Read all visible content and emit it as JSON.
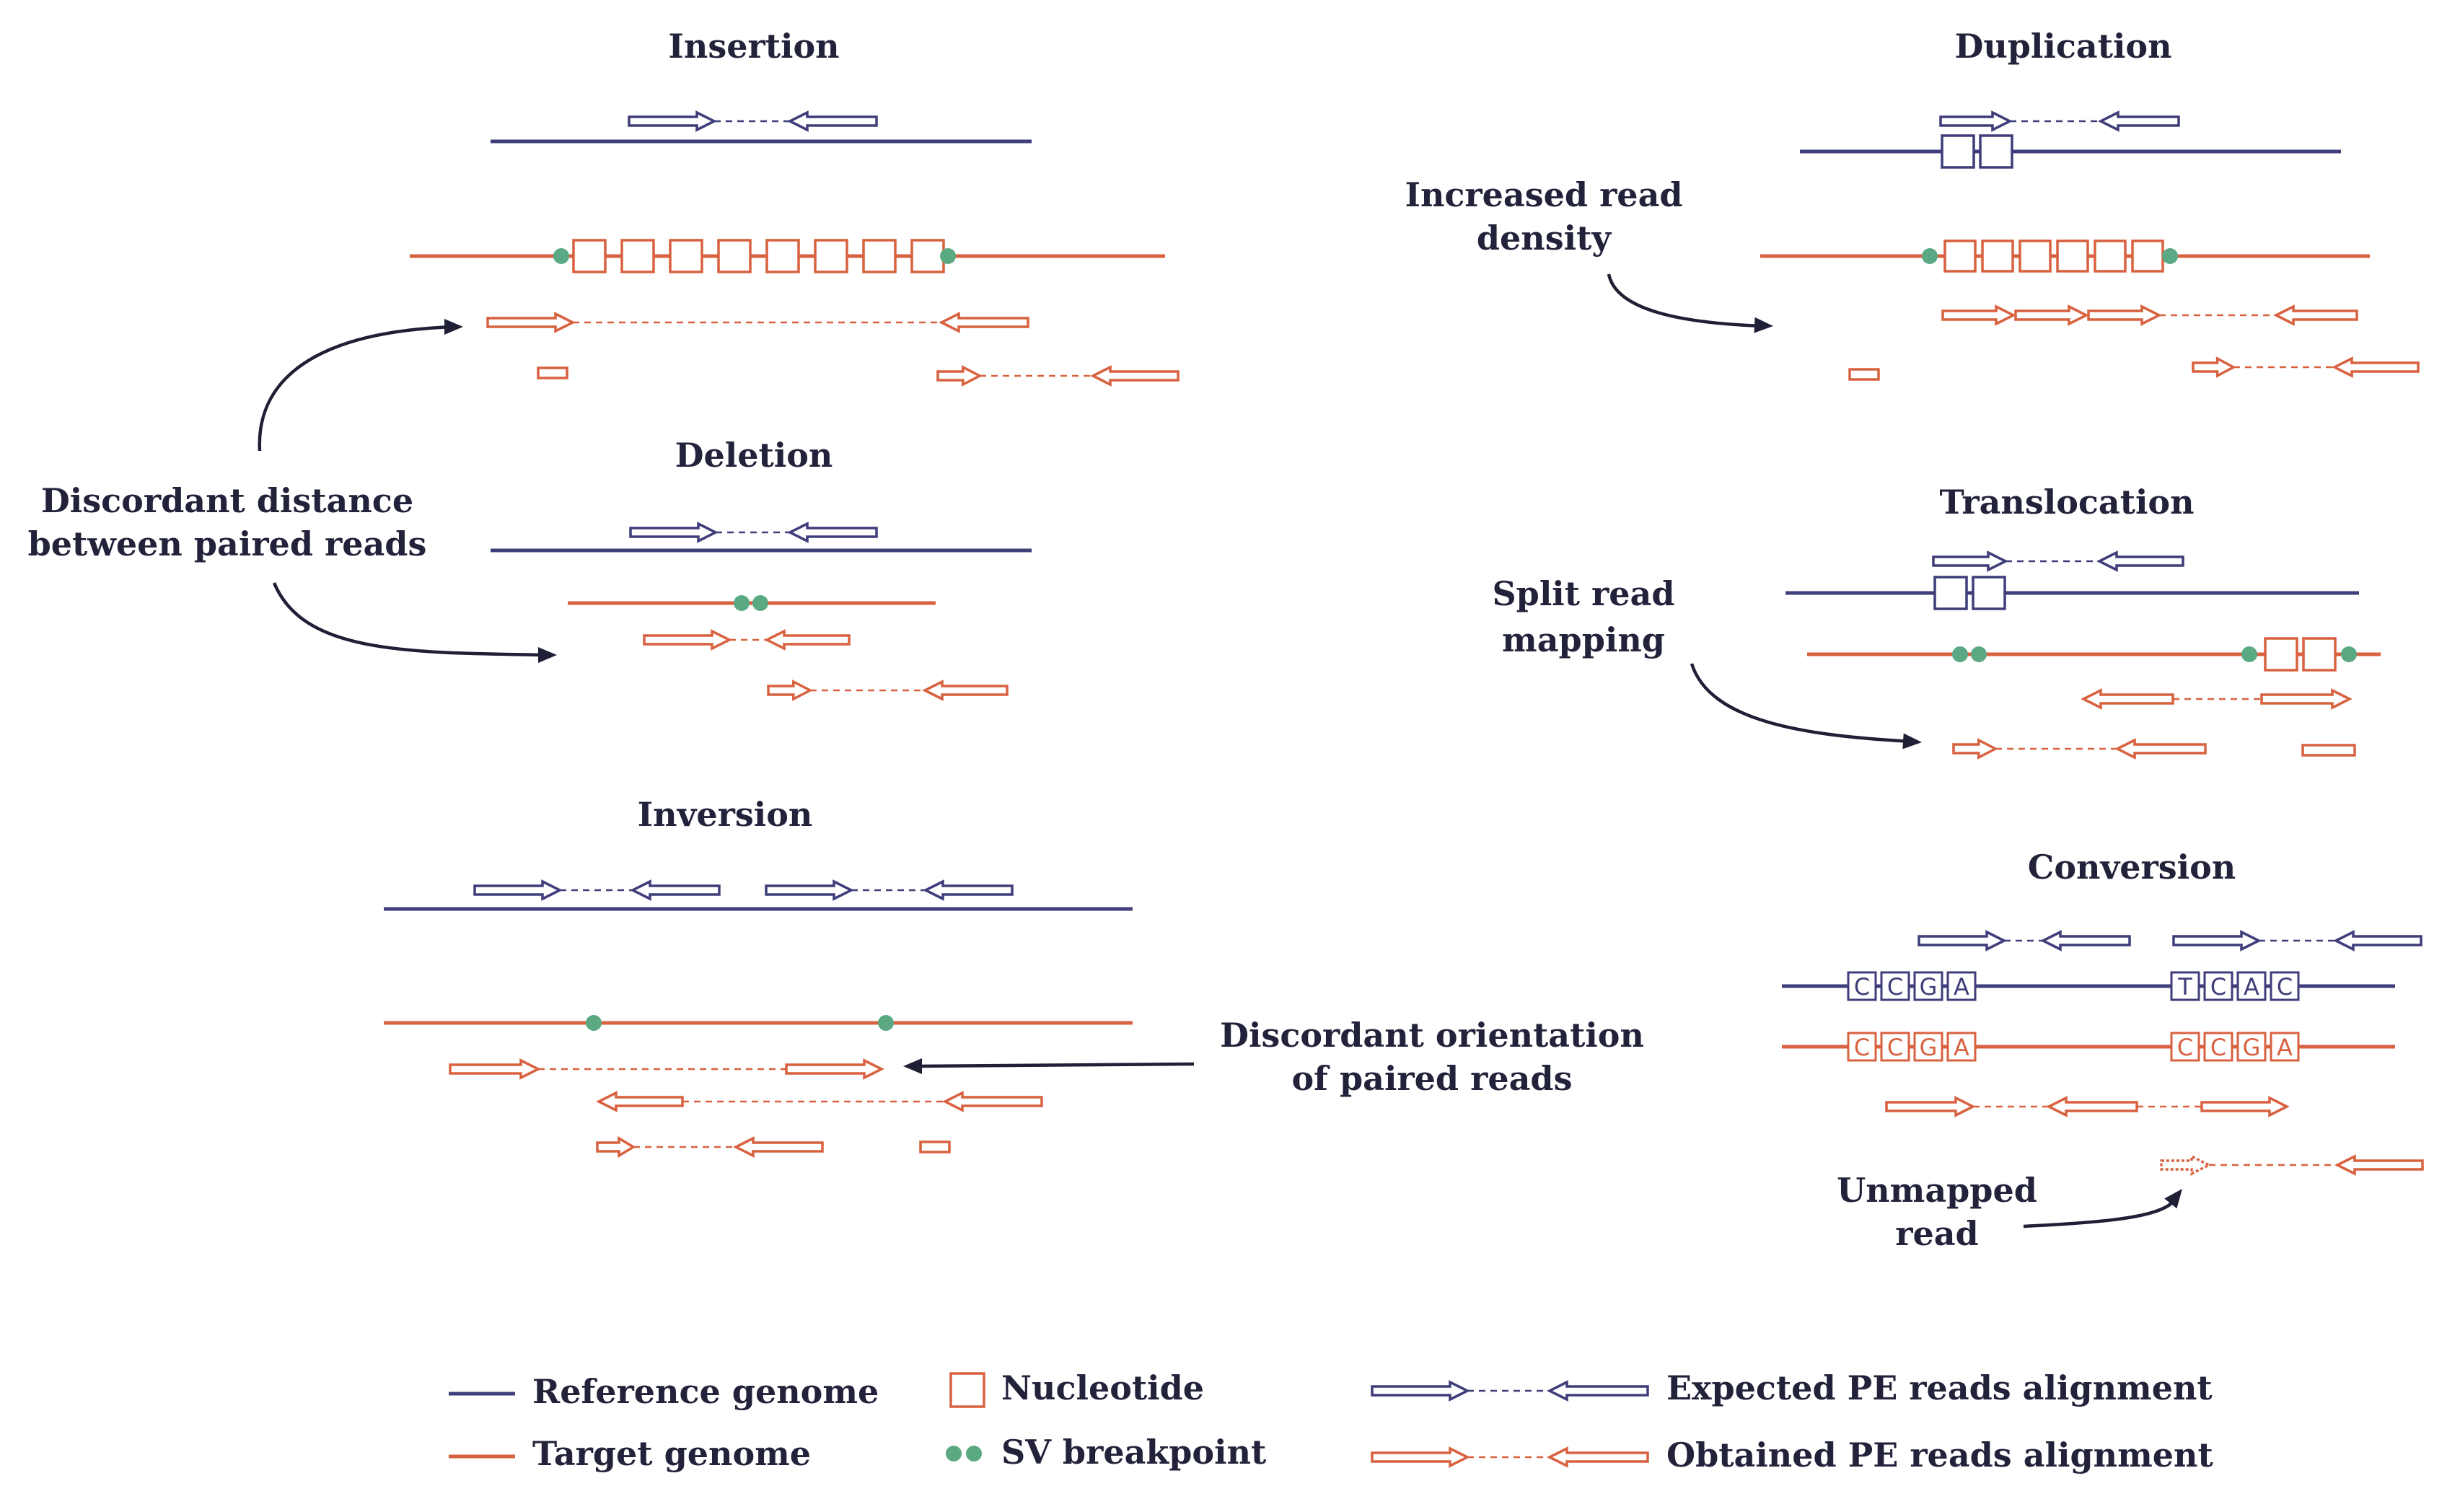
{
  "colors": {
    "reference": "#3f3d7a",
    "target": "#d8613f",
    "breakpoint": "#5aa982",
    "text": "#22223b",
    "arrow": "#1f1f35"
  },
  "panels": {
    "insertion": {
      "title": "Insertion"
    },
    "deletion": {
      "title": "Deletion"
    },
    "inversion": {
      "title": "Inversion"
    },
    "duplication": {
      "title": "Duplication"
    },
    "translocation": {
      "title": "Translocation"
    },
    "conversion": {
      "title": "Conversion",
      "reference_bases_left": [
        "C",
        "C",
        "G",
        "A"
      ],
      "reference_bases_right": [
        "T",
        "C",
        "A",
        "C"
      ],
      "target_bases_left": [
        "C",
        "C",
        "G",
        "A"
      ],
      "target_bases_right": [
        "C",
        "C",
        "G",
        "A"
      ]
    }
  },
  "annotations": {
    "discordant_distance": [
      "Discordant distance",
      "between paired reads"
    ],
    "increased_density": [
      "Increased read",
      "density"
    ],
    "split_read": [
      "Split read",
      "mapping"
    ],
    "discordant_orientation": [
      "Discordant orientation",
      "of paired reads"
    ],
    "unmapped_read": [
      "Unmapped",
      "read"
    ]
  },
  "legend": {
    "reference_genome": "Reference genome",
    "target_genome": "Target genome",
    "nucleotide": "Nucleotide",
    "sv_breakpoint": "SV breakpoint",
    "expected_alignment": "Expected PE reads alignment",
    "obtained_alignment": "Obtained PE reads alignment"
  }
}
